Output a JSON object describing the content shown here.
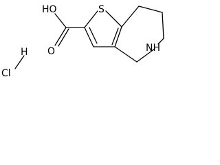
{
  "molecule": {
    "labels": {
      "hydroxyl": "HO",
      "carbonyl_oxygen": "O",
      "sulfur": "S",
      "amine": "NH",
      "salt_hydrogen": "H",
      "salt_chlorine": "Cl"
    }
  }
}
